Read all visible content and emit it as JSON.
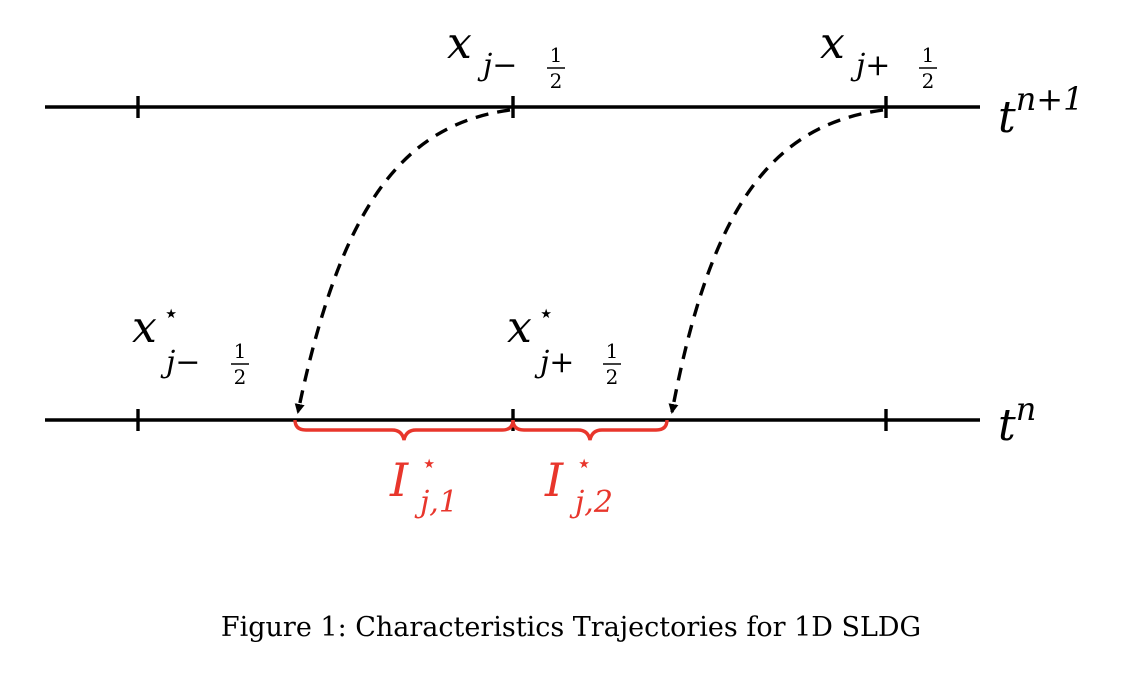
{
  "time_levels": {
    "upper": "n+1",
    "lower": "n"
  },
  "labels": {
    "x_minus": {
      "base": "x",
      "sub": "j−",
      "frac_num": "1",
      "frac_den": "2"
    },
    "x_plus": {
      "base": "x",
      "sub": "j+",
      "frac_num": "1",
      "frac_den": "2"
    },
    "x_star_minus": {
      "base": "x",
      "sup": "⋆",
      "sub": "j−",
      "frac_num": "1",
      "frac_den": "2"
    },
    "x_star_plus": {
      "base": "x",
      "sup": "⋆",
      "sub": "j+",
      "frac_num": "1",
      "frac_den": "2"
    }
  },
  "intervals": [
    {
      "base": "I",
      "sup": "⋆",
      "sub": "j,1"
    },
    {
      "base": "I",
      "sup": "⋆",
      "sub": "j,2"
    }
  ],
  "caption": "Figure 1: Characteristics Trajectories for 1D SLDG",
  "colors": {
    "interval": "#e8362c",
    "lines": "#000000"
  }
}
